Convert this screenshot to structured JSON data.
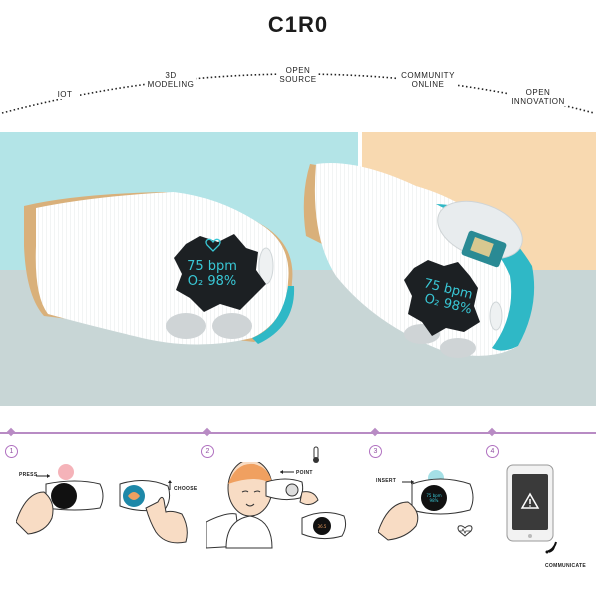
{
  "title": "C1R0",
  "arc_labels": [
    "IOT",
    "3D\nMODELING",
    "OPEN\nSOURCE",
    "COMMUNITY\nONLINE",
    "OPEN\nINNOVATION"
  ],
  "device_screen": {
    "line1": "75 bpm",
    "line2": "O₂ 98%"
  },
  "steps": [
    {
      "number": "1",
      "labels": [
        "PRESS",
        "CHOOSE"
      ]
    },
    {
      "number": "2",
      "labels": [
        "POINT"
      ]
    },
    {
      "number": "3",
      "labels": [
        "INSERT"
      ]
    },
    {
      "number": "4",
      "labels": [
        "COMMUNICATE"
      ]
    }
  ],
  "colors": {
    "accent_teal": "#2fb8c6",
    "blue_bg": "#b3e4e7",
    "peach_bg": "#f8d9b0",
    "gray_bg": "#c8d6d6",
    "step_line": "#b88bc4"
  },
  "icons": [
    "heart-icon",
    "thermometer-icon",
    "warning-icon",
    "signal-icon",
    "pulse-icon"
  ]
}
